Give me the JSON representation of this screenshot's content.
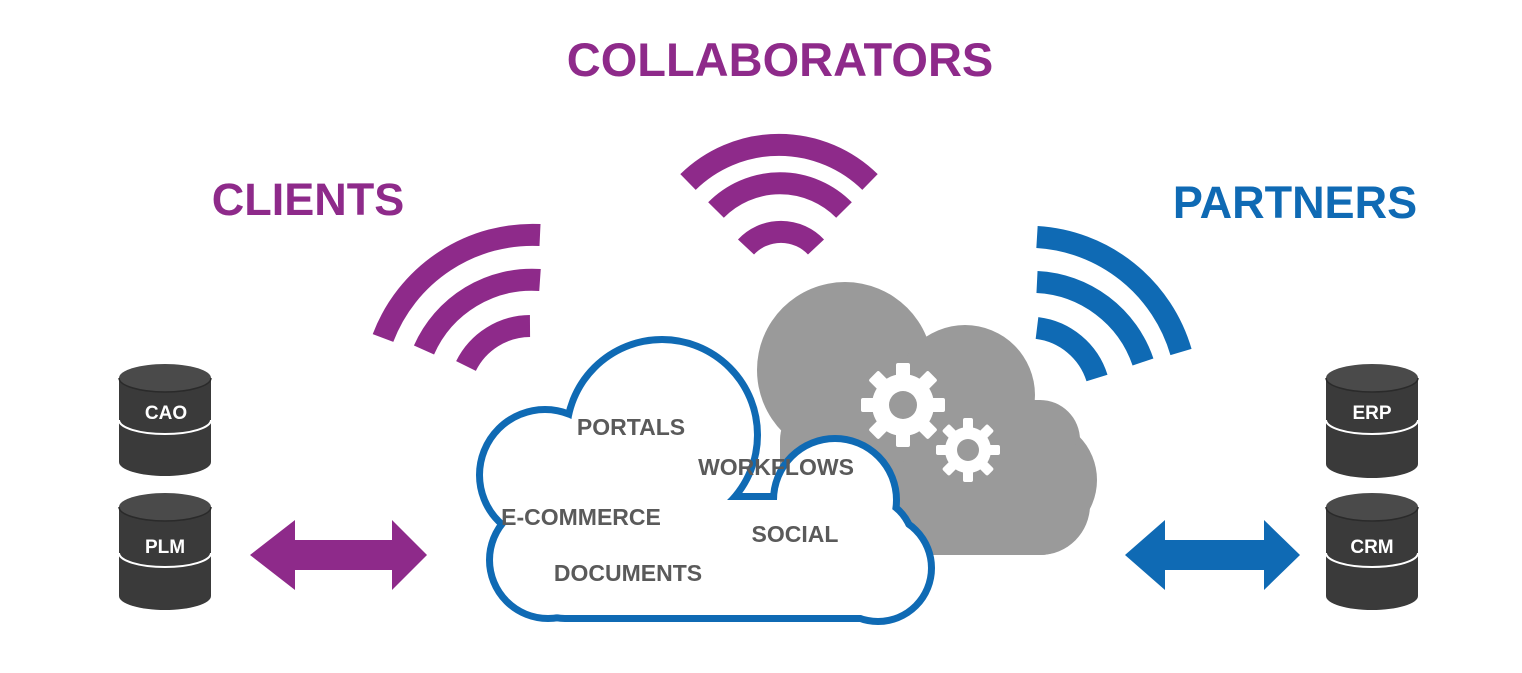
{
  "headings": {
    "collaborators": "COLLABORATORS",
    "clients": "CLIENTS",
    "partners": "PARTNERS"
  },
  "databases": {
    "left_top": "CAO",
    "left_bottom": "PLM",
    "right_top": "ERP",
    "right_bottom": "CRM"
  },
  "cloud": {
    "portals": "PORTALS",
    "workflows": "WORKFLOWS",
    "ecommerce": "E-COMMERCE",
    "social": "SOCIAL",
    "documents": "DOCUMENTS"
  },
  "colors": {
    "purple": "#8e2a8a",
    "blue": "#0f6ab4",
    "gray_cloud": "#9a9a9a",
    "db_fill": "#3a3a3a",
    "cloud_text": "#5a5a5a"
  },
  "icons": [
    "wifi-signal-icon",
    "gear-icon",
    "double-arrow-icon",
    "database-icon",
    "cloud-icon"
  ]
}
